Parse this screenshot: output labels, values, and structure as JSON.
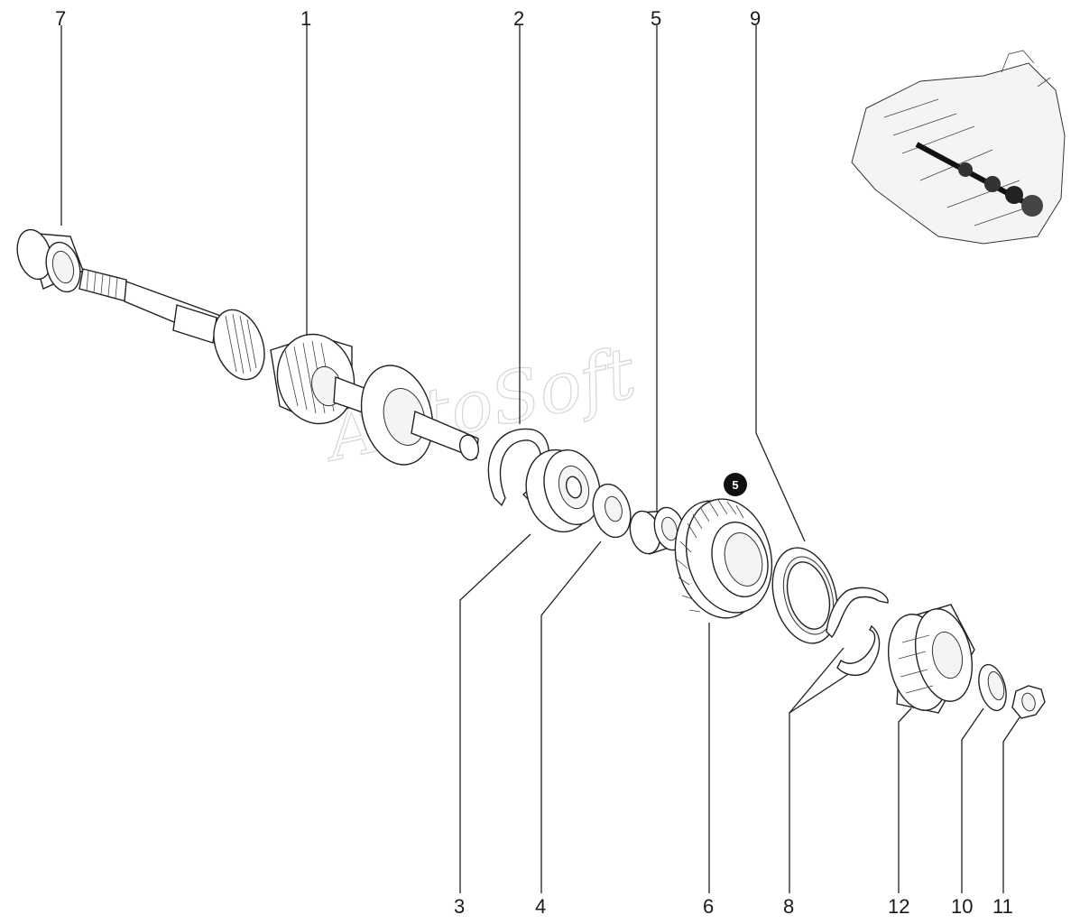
{
  "callouts": {
    "p7": "7",
    "p1": "1",
    "p2": "2",
    "p5": "5",
    "p9": "9",
    "p3": "3",
    "p4": "4",
    "p6": "6",
    "p8": "8",
    "p12": "12",
    "p10": "10",
    "p11": "11"
  },
  "badge": "5",
  "watermark": "AutoSoft",
  "colors": {
    "line": "#222222",
    "badge_fill": "#111111",
    "watermark": "#b5b5b5"
  }
}
